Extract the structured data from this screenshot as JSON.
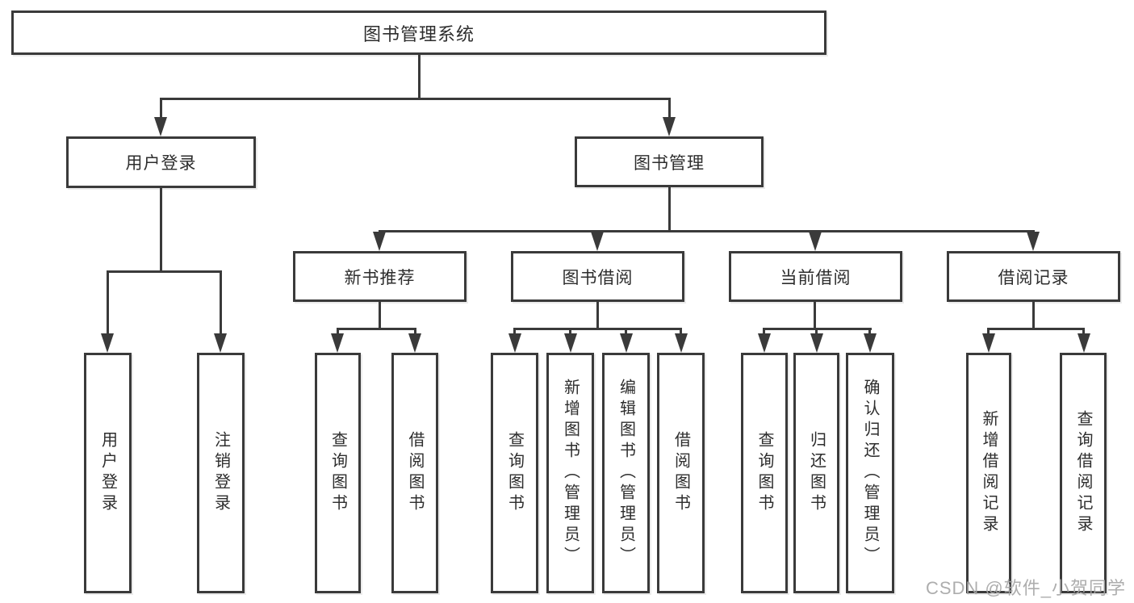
{
  "diagram_type": "hierarchy-tree",
  "colors": {
    "line": "#3a3a3a",
    "text": "#2d2d2d",
    "node_fill": "#ffffff",
    "watermark": "#a5a5a5",
    "background": "#ffffff"
  },
  "watermark": {
    "text": "CSDN @软件_小贺同学"
  },
  "tree": {
    "root": {
      "label": "图书管理系统",
      "children": [
        {
          "label": "用户登录",
          "children": [
            {
              "label": "用户登录"
            },
            {
              "label": "注销登录"
            }
          ]
        },
        {
          "label": "图书管理",
          "children": [
            {
              "label": "新书推荐",
              "children": [
                {
                  "label": "查询图书"
                },
                {
                  "label": "借阅图书"
                }
              ]
            },
            {
              "label": "图书借阅",
              "children": [
                {
                  "label": "查询图书"
                },
                {
                  "label": "新增图书（管理员）"
                },
                {
                  "label": "编辑图书（管理员）"
                },
                {
                  "label": "借阅图书"
                }
              ]
            },
            {
              "label": "当前借阅",
              "children": [
                {
                  "label": "查询图书"
                },
                {
                  "label": "归还图书"
                },
                {
                  "label": "确认归还（管理员）"
                }
              ]
            },
            {
              "label": "借阅记录",
              "children": [
                {
                  "label": "新增借阅记录"
                },
                {
                  "label": "查询借阅记录"
                }
              ]
            }
          ]
        }
      ]
    }
  }
}
